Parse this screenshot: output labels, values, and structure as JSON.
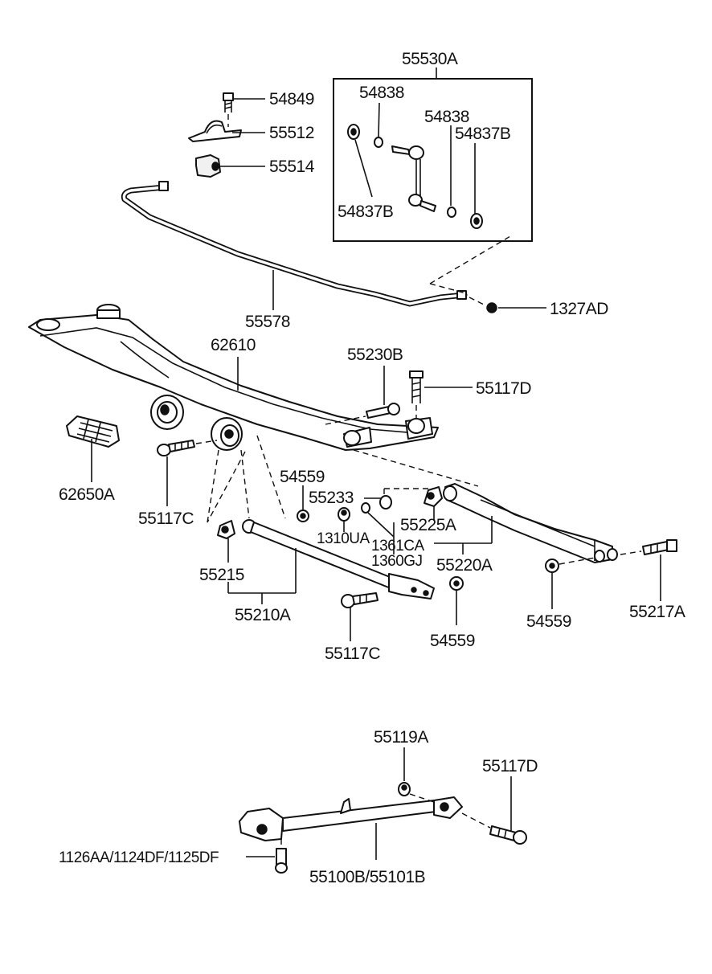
{
  "diagram": {
    "labels": {
      "p55530A": "55530A",
      "p54849": "54849",
      "p55512": "55512",
      "p55514": "55514",
      "p54838_a": "54838",
      "p54838_b": "54838",
      "p54837B_a": "54837B",
      "p54837B_b": "54837B",
      "p55578": "55578",
      "p1327AD": "1327AD",
      "p62610": "62610",
      "p55230B": "55230B",
      "p55117D_a": "55117D",
      "p62650A": "62650A",
      "p55117C_a": "55117C",
      "p54559_a": "54559",
      "p55233": "55233",
      "p55225A": "55225A",
      "p1310UA": "1310UA",
      "p1361CA": "1361CA",
      "p1360GJ": "1360GJ",
      "p55220A": "55220A",
      "p55215": "55215",
      "p55210A": "55210A",
      "p54559_b": "54559",
      "p55217A": "55217A",
      "p55117C_b": "55117C",
      "p54559_c": "54559",
      "p55119A": "55119A",
      "p55117D_b": "55117D",
      "p1126AA": "1126AA/1124DF/1125DF",
      "p55100B": "55100B/55101B"
    }
  }
}
